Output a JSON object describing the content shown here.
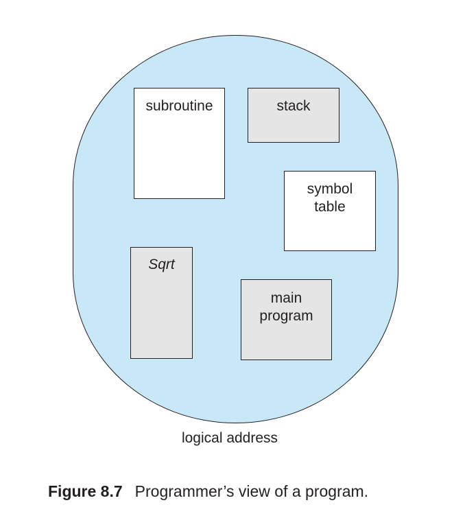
{
  "diagram": {
    "segments": {
      "subroutine": "subroutine",
      "stack": "stack",
      "symbol_table": "symbol\ntable",
      "sqrt": "Sqrt",
      "main_program": "main\nprogram"
    },
    "region_label": "logical address",
    "colors": {
      "region_fill": "#c8e8f8",
      "segment_white": "#ffffff",
      "segment_gray": "#e5e5e6"
    }
  },
  "caption": {
    "number": "Figure 8.7",
    "text": "Programmer’s view of a program."
  }
}
